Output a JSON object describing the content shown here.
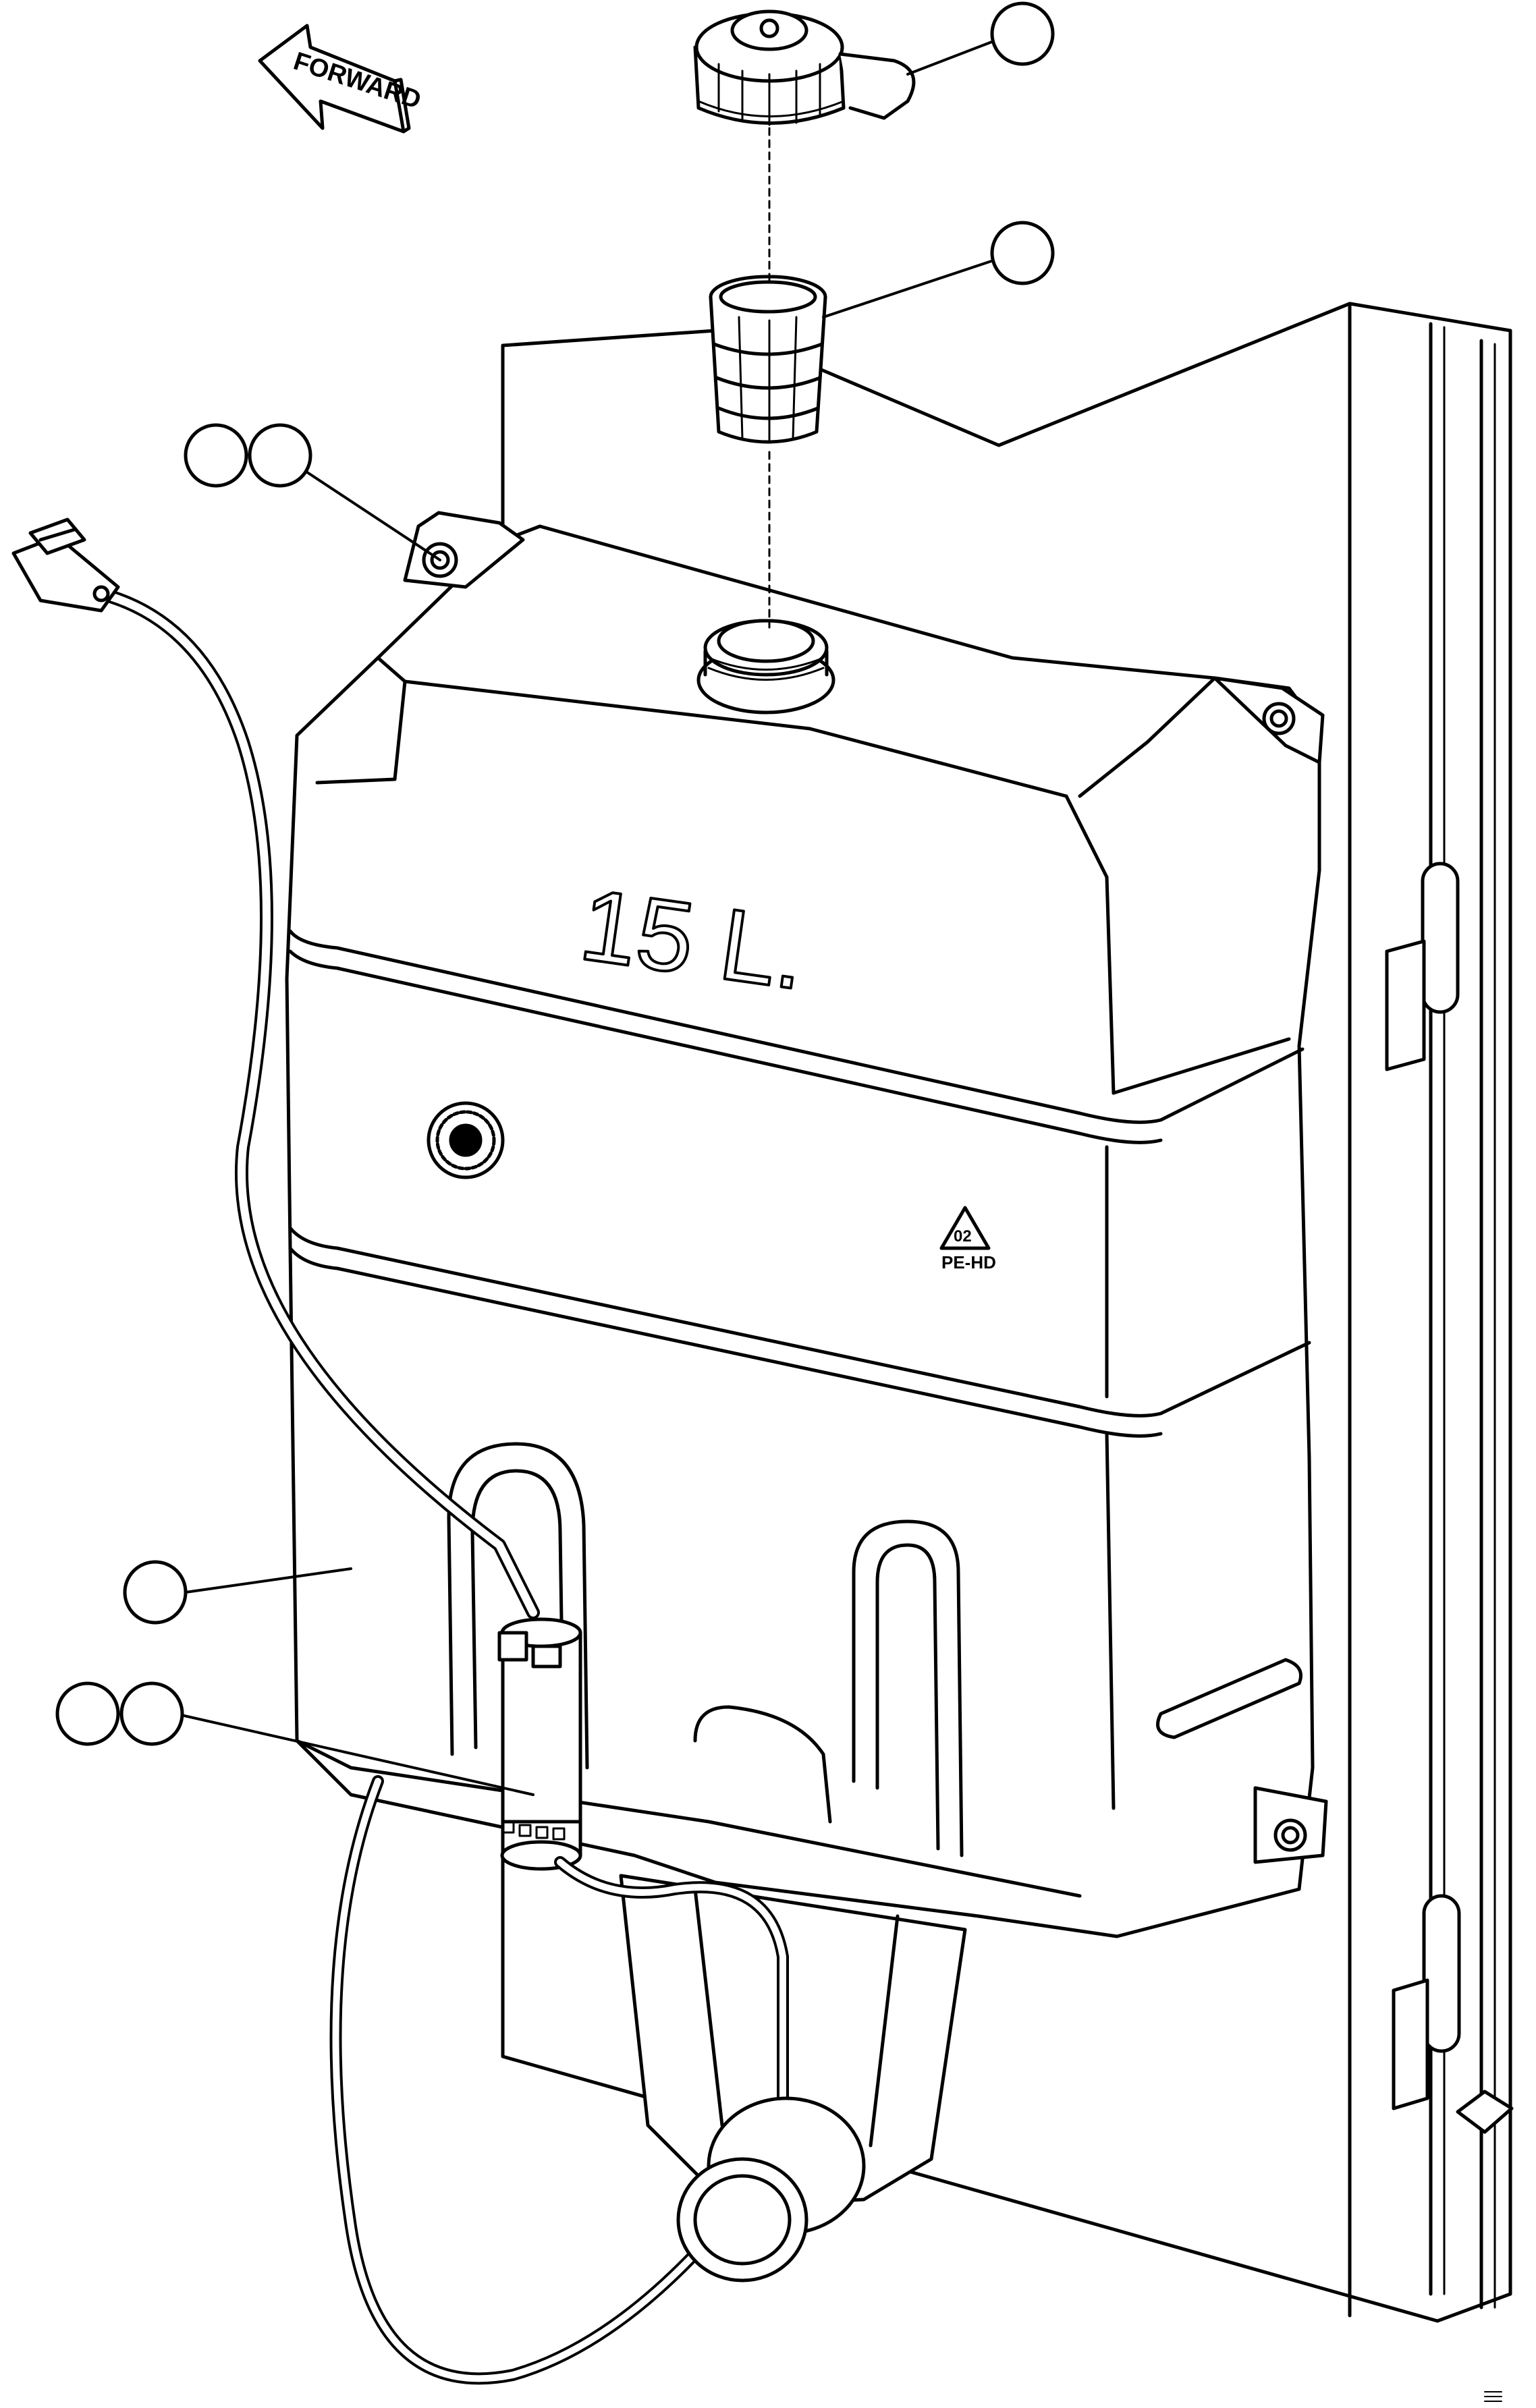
{
  "diagram": {
    "forward_label": "FORWARD",
    "tank_capacity": "15 L.",
    "recycle_code": "02",
    "material_label": "PE-HD",
    "callouts": [
      {
        "id": "cap-callout",
        "label": ""
      },
      {
        "id": "strainer-callout",
        "label": ""
      },
      {
        "id": "bolt-callout-a",
        "label": ""
      },
      {
        "id": "bolt-callout-b",
        "label": ""
      },
      {
        "id": "tank-callout",
        "label": ""
      },
      {
        "id": "pump-callout-a",
        "label": ""
      },
      {
        "id": "pump-callout-b",
        "label": ""
      }
    ],
    "colors": {
      "line": "#000000",
      "background": "#ffffff"
    }
  }
}
